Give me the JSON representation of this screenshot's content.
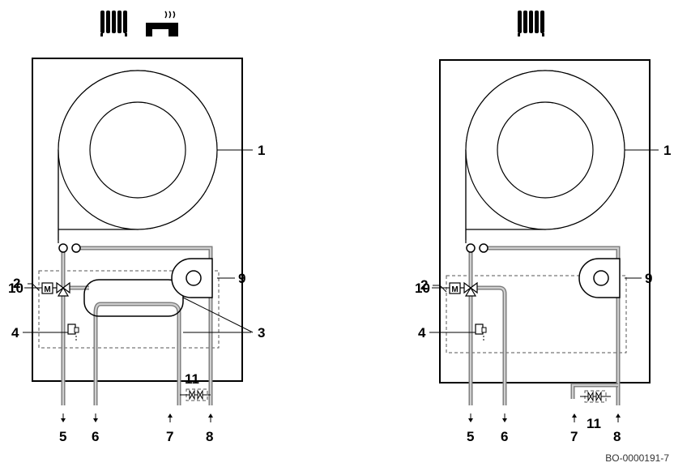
{
  "diagrams": [
    {
      "mode_icons": [
        "radiator-icon",
        "tap-icon"
      ],
      "labels": {
        "n1": "1",
        "n2": "2",
        "n3": "3",
        "n4": "4",
        "n5": "5",
        "n6": "6",
        "n7": "7",
        "n8": "8",
        "n9": "9",
        "n10": "10",
        "n11": "11"
      },
      "valve_letter": "M"
    },
    {
      "mode_icons": [
        "radiator-icon"
      ],
      "labels": {
        "n1": "1",
        "n2": "2",
        "n4": "4",
        "n5": "5",
        "n6": "6",
        "n7": "7",
        "n8": "8",
        "n9": "9",
        "n10": "10",
        "n11": "11"
      },
      "valve_letter": "M"
    }
  ],
  "reference_code": "BO-0000191-7"
}
